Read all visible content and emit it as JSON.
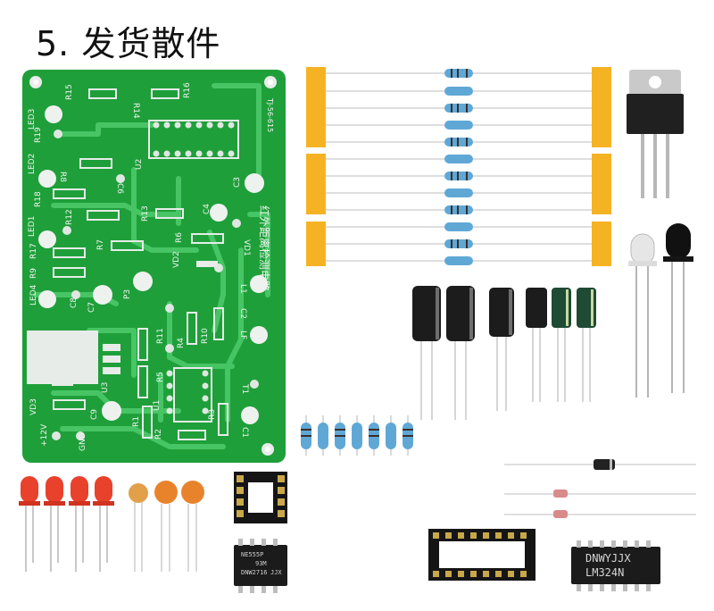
{
  "title": "5. 发货散件",
  "pcb": {
    "code": "TJ-56-615",
    "name": "红外距离检测电路",
    "labels": [
      "R15",
      "R14",
      "R16",
      "LED3",
      "R19",
      "U2",
      "R8",
      "LED2",
      "C6",
      "R18",
      "C4",
      "C3",
      "R12",
      "R13",
      "LED1",
      "VD1",
      "R7",
      "R6",
      "R17",
      "VD2",
      "R9",
      "C8",
      "C7",
      "P3",
      "LED4",
      "L1",
      "C2",
      "R11",
      "R4",
      "R10",
      "LF",
      "U3",
      "R5",
      "U1",
      "T1",
      "VD3",
      "C9",
      "R1",
      "R2",
      "R3",
      "C1",
      "+12V",
      "GND"
    ]
  },
  "chips": {
    "ne555": [
      "NE555P",
      "93M",
      "DNW2716",
      "JJX"
    ],
    "lm324": [
      "DNWYJJX",
      "LM324N"
    ]
  },
  "colors": {
    "pcb": "#1f9f3a",
    "trace": "#45c463",
    "pad": "#dfe7e2",
    "tape": "#f5b324",
    "resistor": "#5fa8d6",
    "led_red": "#e8412c",
    "cap_ceramic": "#e8832c",
    "electrolytic": "#1c1c1c",
    "electrolytic_green": "#1f4a34"
  }
}
